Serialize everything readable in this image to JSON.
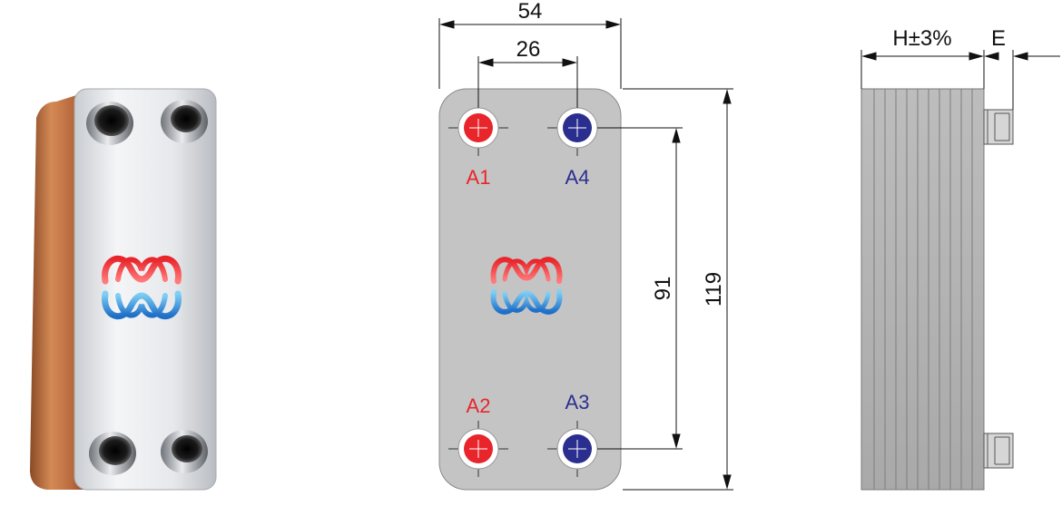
{
  "colors": {
    "hot": "#e8252b",
    "cold": "#2a2f8f",
    "copper": "#b8683d",
    "plate_gray": "#c4c4c4",
    "steel": "#e9ebee"
  },
  "front_view": {
    "dims": {
      "overall_width": "54",
      "port_spacing_h": "26",
      "port_spacing_v": "91",
      "overall_height": "119"
    },
    "ports": [
      {
        "label": "A1",
        "medium": "hot"
      },
      {
        "label": "A4",
        "medium": "cold"
      },
      {
        "label": "A2",
        "medium": "hot"
      },
      {
        "label": "A3",
        "medium": "cold"
      }
    ],
    "logo_icon": "double-loop-logo-icon"
  },
  "side_view": {
    "dims": {
      "height_label": "H±3%",
      "connection_label": "E"
    }
  },
  "photo": {
    "logo_icon": "double-loop-logo-icon"
  }
}
